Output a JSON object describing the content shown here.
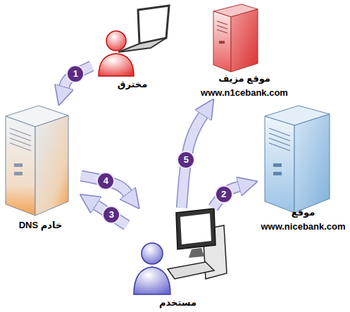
{
  "diagram": {
    "nodes": [
      {
        "text": [
          "مخترق"
        ]
      },
      {
        "text": [
          "موقع مزيف",
          "www.n1cebank.com"
        ]
      },
      {
        "text": [
          "خادم DNS"
        ]
      },
      {
        "text": [
          "موقع",
          "www.nicebank.com"
        ]
      },
      {
        "text": [
          "مستخدم"
        ]
      }
    ],
    "edges": [
      {
        "from": 0,
        "to": 2,
        "label": "1",
        "arrow": "to"
      },
      {
        "from": 4,
        "to": 3,
        "label": "2",
        "arrow": "to"
      },
      {
        "from": 4,
        "to": 2,
        "label": "3",
        "arrow": "to"
      },
      {
        "from": 2,
        "to": 4,
        "label": "4",
        "arrow": "to"
      },
      {
        "from": 4,
        "to": 1,
        "label": "5",
        "arrow": "to"
      }
    ]
  }
}
